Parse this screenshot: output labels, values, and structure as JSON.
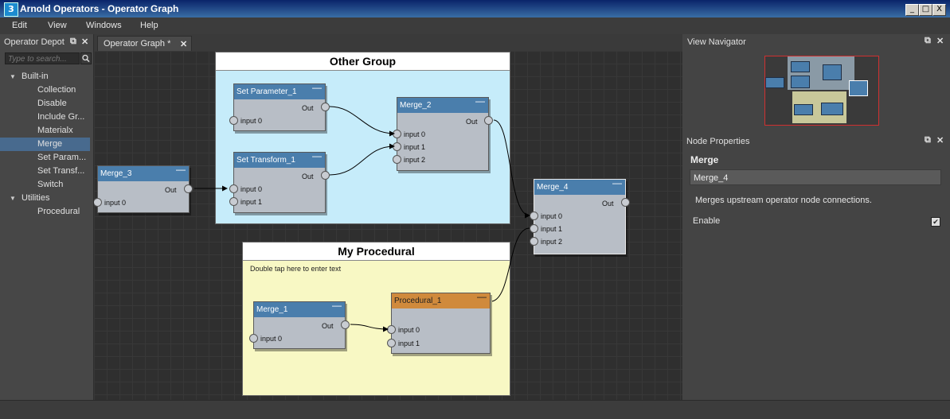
{
  "window": {
    "title": "Arnold Operators - Operator Graph",
    "icon": "app-icon",
    "min_label": "_",
    "max_label": "□",
    "close_label": "X"
  },
  "menu": {
    "items": [
      "Edit",
      "View",
      "Windows",
      "Help"
    ]
  },
  "depot": {
    "title": "Operator Depot",
    "float_label": "⧉",
    "close_label": "✕",
    "search_placeholder": "Type to search...",
    "categories": [
      {
        "label": "Built-in",
        "items": [
          "Collection",
          "Disable",
          "Include Gr...",
          "Materialx",
          "Merge",
          "Set Param...",
          "Set Transf...",
          "Switch"
        ]
      },
      {
        "label": "Utilities",
        "items": [
          "Procedural"
        ]
      }
    ],
    "selected": "Merge"
  },
  "graph": {
    "tab_label": "Operator Graph *",
    "tab_close": "✕",
    "groups": [
      {
        "title": "Other Group",
        "color": "#c6ecfa"
      },
      {
        "title": "My Procedural",
        "color": "#f8f8c4",
        "note": "Double tap here to enter text"
      }
    ],
    "nodes": {
      "set_parameter_1": {
        "title": "Set Parameter_1",
        "out": "Out",
        "inputs": [
          "input 0"
        ]
      },
      "set_transform_1": {
        "title": "Set Transform_1",
        "out": "Out",
        "inputs": [
          "input 0",
          "input 1"
        ]
      },
      "merge_2": {
        "title": "Merge_2",
        "out": "Out",
        "inputs": [
          "input 0",
          "input 1",
          "input 2"
        ]
      },
      "merge_3": {
        "title": "Merge_3",
        "out": "Out",
        "inputs": [
          "input 0"
        ]
      },
      "merge_4": {
        "title": "Merge_4",
        "out": "Out",
        "inputs": [
          "input 0",
          "input 1",
          "input 2"
        ]
      },
      "merge_1": {
        "title": "Merge_1",
        "out": "Out",
        "inputs": [
          "input 0"
        ]
      },
      "procedural_1": {
        "title": "Procedural_1",
        "inputs": [
          "input 0",
          "input 1"
        ]
      }
    },
    "minimize_glyph": "—"
  },
  "navigator": {
    "title": "View Navigator",
    "float_label": "⧉",
    "close_label": "✕"
  },
  "properties": {
    "title": "Node Properties",
    "float_label": "⧉",
    "close_label": "✕",
    "node_type": "Merge",
    "node_name": "Merge_4",
    "description": "Merges upstream operator node connections.",
    "enable_label": "Enable",
    "enable_checked": true,
    "check_glyph": "✔"
  },
  "colors": {
    "accent": "#4a7eac",
    "orange_node": "#d08a3c",
    "selected": "#486a8e"
  }
}
